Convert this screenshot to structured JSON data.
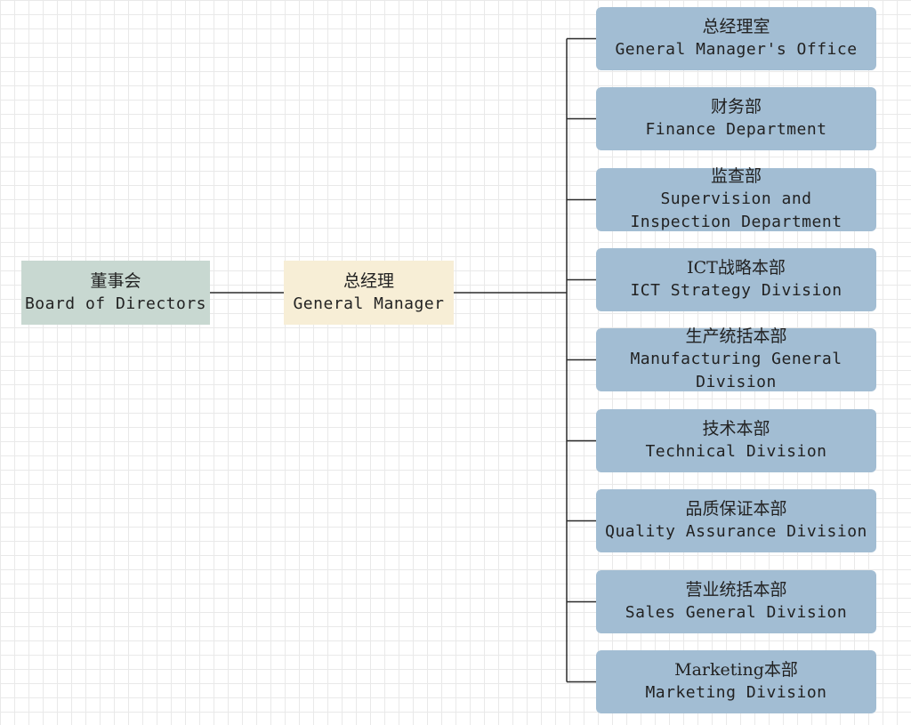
{
  "colors": {
    "board_fill": "#c8d8d1",
    "gm_fill": "#f7eed6",
    "dept_fill": "#a2bdd3",
    "line": "#2b2b2b"
  },
  "board": {
    "zh": "董事会",
    "en": "Board of Directors"
  },
  "general_manager": {
    "zh": "总经理",
    "en": "General Manager"
  },
  "departments": [
    {
      "zh": "总经理室",
      "en": "General Manager's Office"
    },
    {
      "zh": "财务部",
      "en": "Finance Department"
    },
    {
      "zh": "监查部",
      "en": "Supervision and Inspection Department"
    },
    {
      "zh": "ICT战略本部",
      "en": "ICT Strategy Division"
    },
    {
      "zh": "生产统括本部",
      "en": "Manufacturing General Division"
    },
    {
      "zh": "技术本部",
      "en": "Technical Division"
    },
    {
      "zh": "品质保证本部",
      "en": "Quality Assurance Division"
    },
    {
      "zh": "营业统括本部",
      "en": "Sales General Division"
    },
    {
      "zh": "Marketing本部",
      "en": "Marketing Division"
    }
  ]
}
